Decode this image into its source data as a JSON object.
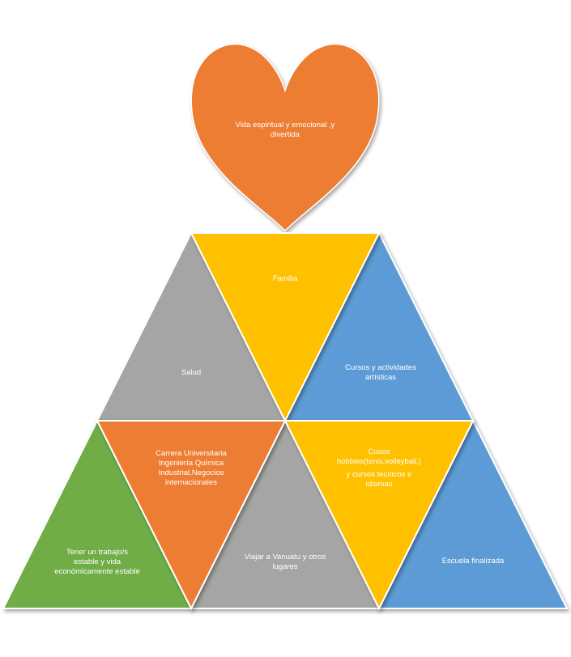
{
  "diagram": {
    "heart": {
      "label_lines": [
        "Vida espiritual y emocional  ,y",
        "divertida"
      ],
      "color": "#ED7D31"
    },
    "top_row": {
      "left": {
        "label_lines": [
          "Salud"
        ],
        "color": "#A5A5A5"
      },
      "middle": {
        "label_lines": [
          "Familia"
        ],
        "color": "#FFC000"
      },
      "right": {
        "label_lines": [
          "Cursos y actividades",
          "artísticas"
        ],
        "color": "#5B9BD5"
      }
    },
    "bottom_row": {
      "tri1": {
        "label_lines": [
          "Tener un trabajo/s",
          "estable  y vida",
          "económicamente estable"
        ],
        "color": "#70AD47"
      },
      "tri2": {
        "label_lines": [
          "Carrera Universitaria",
          "Ingeniería Química",
          "Industrial,Negocios",
          "internacionales"
        ],
        "color": "#ED7D31"
      },
      "tri3": {
        "label_lines": [
          "Viajar a Vanuatu y otros",
          "lugares"
        ],
        "color": "#A5A5A5"
      },
      "tri4": {
        "label_lines": [
          "Cusos",
          "hobbies(tenis,volleyball,)",
          "y cursos tecnicos e",
          "idiomas"
        ],
        "color": "#FFC000"
      },
      "tri5": {
        "label_lines": [
          "Escuela finalizada"
        ],
        "color": "#5B9BD5"
      }
    }
  }
}
